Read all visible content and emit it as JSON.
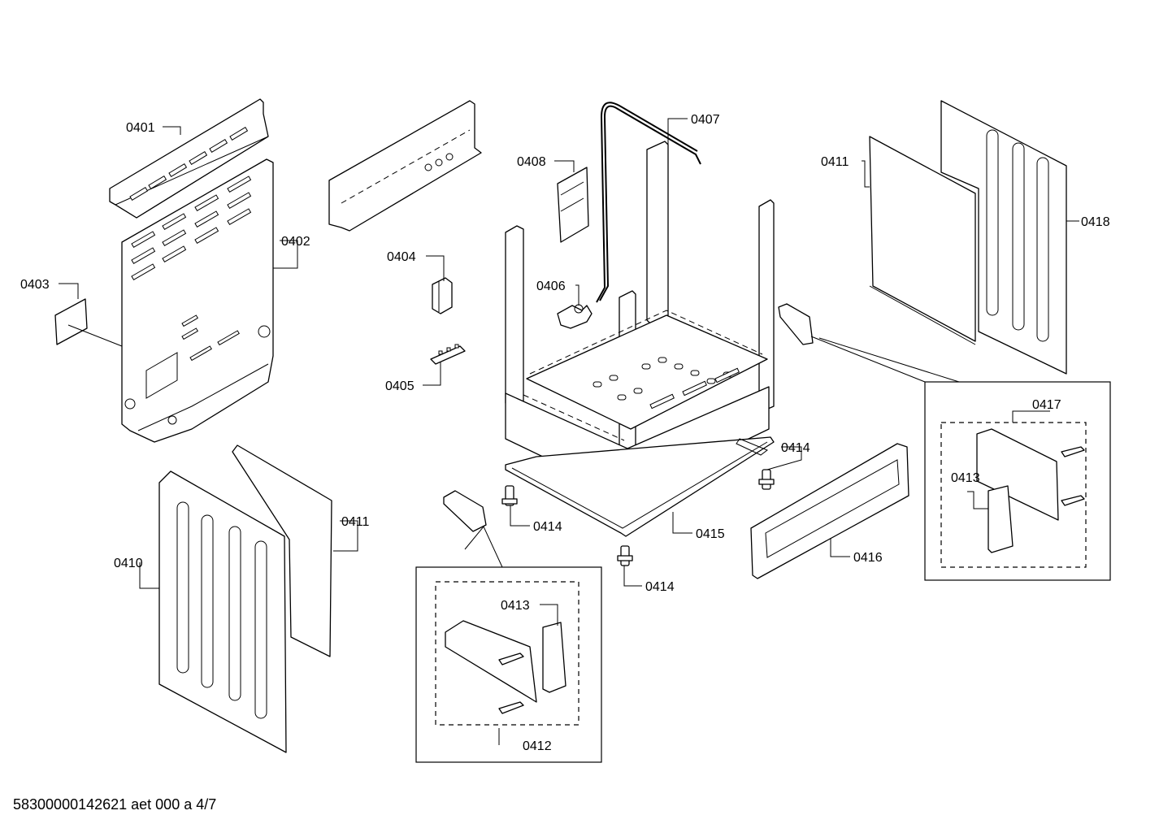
{
  "labels": {
    "p0401": "0401",
    "p0402": "0402",
    "p0403": "0403",
    "p0404": "0404",
    "p0405": "0405",
    "p0406": "0406",
    "p0407": "0407",
    "p0408": "0408",
    "p0410": "0410",
    "p0411_right": "0411",
    "p0411_left": "0411",
    "p0412": "0412",
    "p0413_detail_left": "0413",
    "p0413_detail_right": "0413",
    "p0414_a": "0414",
    "p0414_b": "0414",
    "p0414_c": "0414",
    "p0415": "0415",
    "p0416": "0416",
    "p0417": "0417",
    "p0418": "0418"
  },
  "footer": "58300000142621 aet 000 a 4/7"
}
